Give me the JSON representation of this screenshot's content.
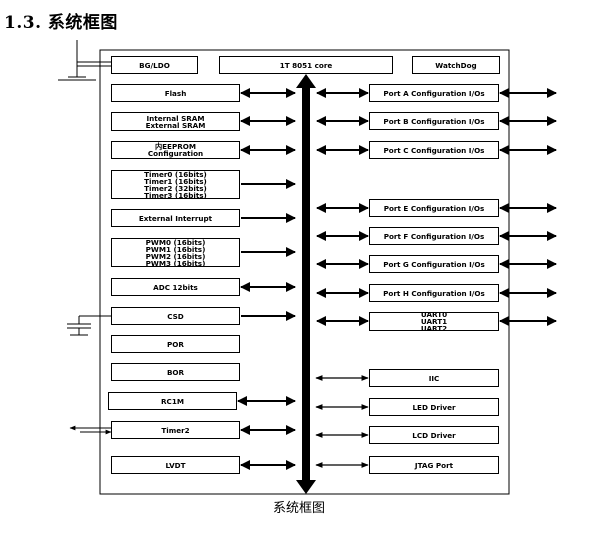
{
  "heading": "1.3. 系统框图",
  "caption": "系统框图",
  "top": {
    "bg_ldo": "BG/LDO",
    "core": "1T 8051 core",
    "watchdog": "WatchDog"
  },
  "left": {
    "flash": "Flash",
    "sram": "Internal SRAM\nExternal SRAM",
    "eeprom": "内EEPROM\nConfiguration",
    "timers": "Timer0 (16bits)\nTimer1 (16bits)\nTimer2 (32bits)\nTimer3 (16bits)",
    "ext_int": "External Interrupt",
    "pwm": "PWM0 (16bits)\nPWM1 (16bits)\nPWM2 (16bits)\nPWM3 (16bits)",
    "adc": "ADC 12bits",
    "csd": "CSD",
    "por": "POR",
    "bor": "BOR",
    "rc1m": "RC1M",
    "timer2": "Timer2",
    "lvdt": "LVDT"
  },
  "right": {
    "port_a": "Port A Configuration I/Os",
    "port_b": "Port B Configuration I/Os",
    "port_c": "Port C Configuration I/Os",
    "port_e": "Port E Configuration I/Os",
    "port_f": "Port F Configuration I/Os",
    "port_g": "Port G Configuration I/Os",
    "port_h": "Port H Configuration I/Os",
    "uart": "UART0\nUART1\nUART2",
    "iic": "IIC",
    "led": "LED Driver",
    "lcd": "LCD Driver",
    "jtag": "JTAG Port"
  }
}
